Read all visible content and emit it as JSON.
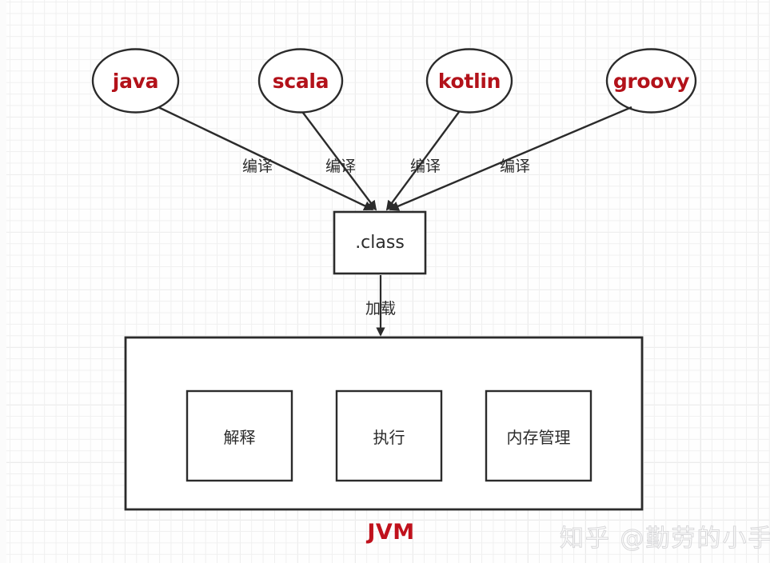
{
  "diagram": {
    "title_label": "JVM",
    "languages": [
      {
        "name": "java"
      },
      {
        "name": "scala"
      },
      {
        "name": "kotlin"
      },
      {
        "name": "groovy"
      }
    ],
    "compile_edges": [
      {
        "label": "编译"
      },
      {
        "label": "编译"
      },
      {
        "label": "编译"
      },
      {
        "label": "编译"
      }
    ],
    "bytecode_box": {
      "label": ".class"
    },
    "load_edge": {
      "label": "加载"
    },
    "jvm_components": [
      {
        "label": "解释"
      },
      {
        "label": "执行"
      },
      {
        "label": "内存管理"
      }
    ],
    "watermark": "知乎 @勤劳的小手"
  },
  "colors": {
    "accent_red": "#b3121a",
    "jvm_red": "#c0111c",
    "stroke": "#2b2b2b",
    "text": "#2b2b2b",
    "grid_minor": "#f0f0f0",
    "grid_major": "#e6e6e6",
    "watermark": "#d8d8da",
    "background": "#fefefe"
  }
}
